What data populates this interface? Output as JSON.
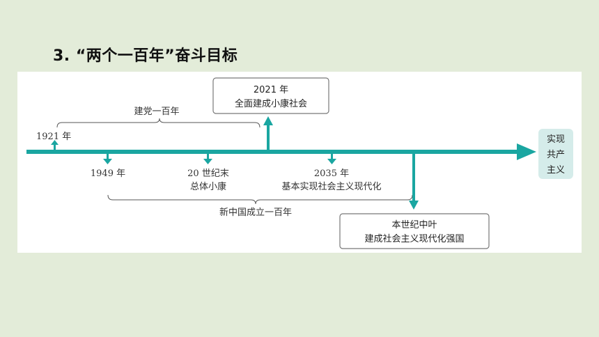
{
  "title": "3. “两个一百年”奋斗目标",
  "labels": {
    "party_centenary": "建党一百年",
    "year_1921": "1921 年",
    "year_2021": "2021 年",
    "goal_2021": "全面建成小康社会",
    "year_1949": "1949 年",
    "end_20c": "20 世纪末",
    "end_20c_goal": "总体小康",
    "year_2035": "2035 年",
    "goal_2035": "基本实现社会主义现代化",
    "prc_centenary": "新中国成立一百年",
    "mid_century": "本世纪中叶",
    "mid_century_goal": "建成社会主义现代化强国",
    "end_goal_line1": "实现",
    "end_goal_line2": "共产",
    "end_goal_line3": "主义"
  },
  "colors": {
    "teal": "#1aa6a1",
    "bracket": "#555555",
    "box_border": "#777777",
    "end_box_fill": "#d5ecea",
    "background": "#e3ecd9"
  }
}
